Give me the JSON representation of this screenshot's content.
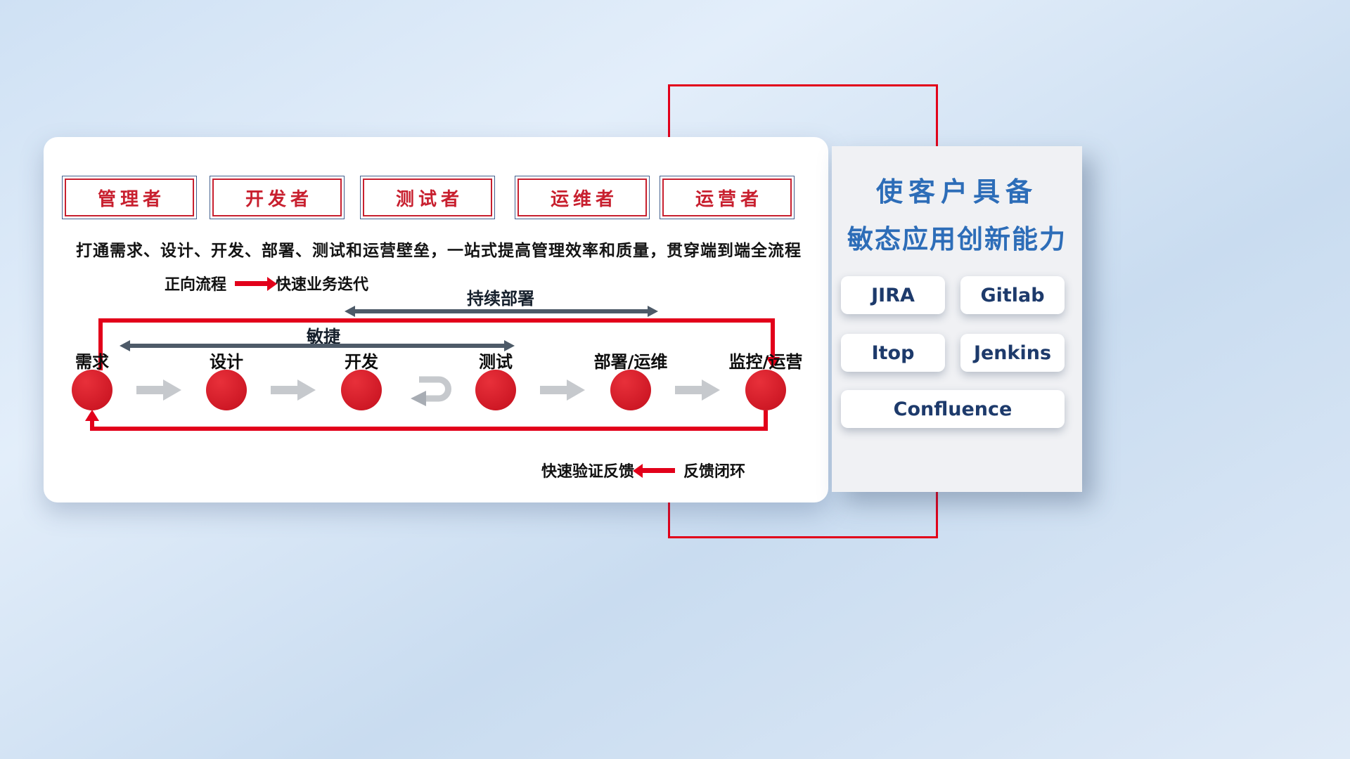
{
  "colors": {
    "accent_red": "#e2001a",
    "dark_arrow": "#4d5a68",
    "gray_arrow": "#c6c9cd",
    "title_blue": "#2d6db8",
    "tool_text": "#1d3a6b",
    "role_text": "#c8202f"
  },
  "roles": [
    "管理者",
    "开发者",
    "测试者",
    "运维者",
    "运营者"
  ],
  "subtitle": "打通需求、设计、开发、部署、测试和运营壁垒，一站式提高管理效率和质量，贯穿端到端全流程",
  "legend_forward": {
    "label": "正向流程",
    "desc": "快速业务迭代"
  },
  "legend_feedback": {
    "desc": "快速验证反馈",
    "label": "反馈闭环"
  },
  "span_arrows": {
    "continuous_deploy": "持续部署",
    "agile": "敏捷"
  },
  "flow_steps": [
    "需求",
    "设计",
    "开发",
    "测试",
    "部署/运维",
    "监控/运营"
  ],
  "panel": {
    "title_line1": "使客户具备",
    "title_line2": "敏态应用创新能力",
    "tools": [
      "JIRA",
      "Gitlab",
      "Itop",
      "Jenkins",
      "Confluence"
    ]
  }
}
